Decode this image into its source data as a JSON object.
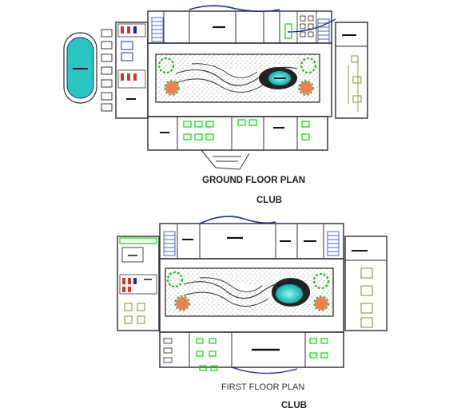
{
  "ground_floor": {
    "title": "GROUND FLOOR PLAN",
    "subtitle": "CLUB"
  },
  "first_floor": {
    "title": "FIRST FLOOR PLAN",
    "subtitle": "CLUB"
  },
  "colors": {
    "wall": "#2a2a3a",
    "outline_blue": "#1a2a9a",
    "furniture_green": "#00e000",
    "pool_water": "#29c7c2",
    "tree_orange": "#f06a30",
    "tree_green": "#22bb22",
    "stipple": "#666666",
    "toilet_red": "#e03030",
    "stair_blue": "#2244aa"
  }
}
